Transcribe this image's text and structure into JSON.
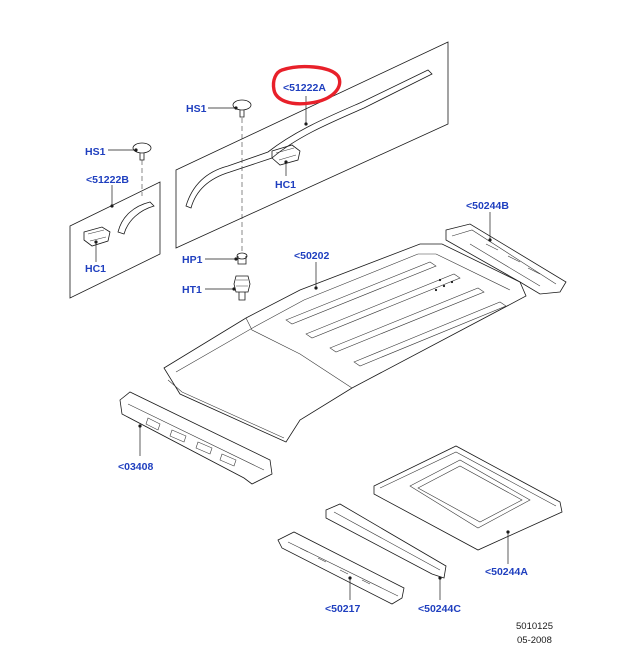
{
  "labels": {
    "p51222A": "<51222A",
    "hs1_top": "HS1",
    "hs1_left": "HS1",
    "p51222B": "<51222B",
    "hc1_top": "HC1",
    "hc1_left": "HC1",
    "hp1": "HP1",
    "ht1": "HT1",
    "p50202": "<50202",
    "p50244B": "<50244B",
    "p03408": "<03408",
    "p50244A": "<50244A",
    "p50217": "<50217",
    "p50244C": "<50244C"
  },
  "footer": {
    "code": "5010125",
    "date": "05-2008"
  },
  "colors": {
    "label_blue": "#1f3fbf",
    "highlight_red": "#e8202a",
    "line": "#1a1a1a"
  }
}
